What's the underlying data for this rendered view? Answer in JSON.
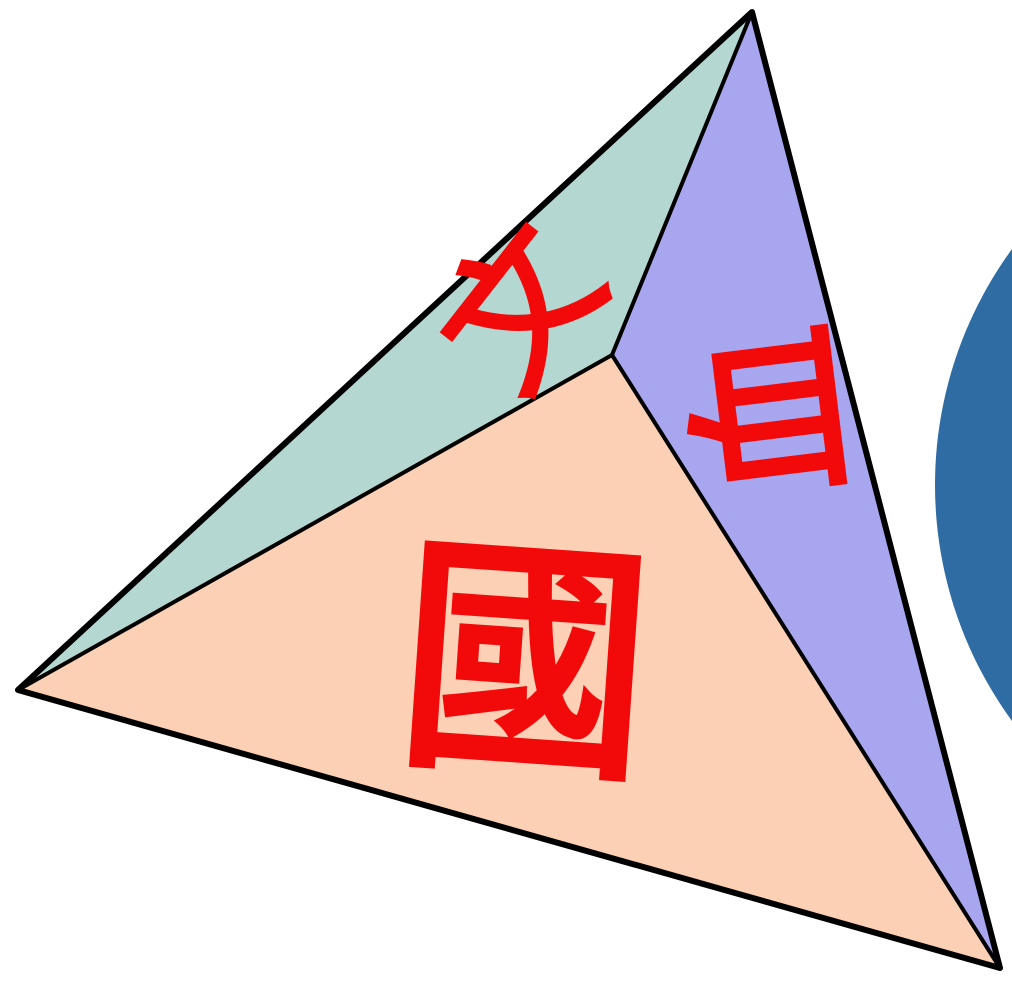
{
  "faces": {
    "left": {
      "char": "文",
      "color": "#b5d7d1"
    },
    "right": {
      "char": "血",
      "color": "#a9a6f0"
    },
    "bottom": {
      "char": "國",
      "color": "#fbd0b4"
    }
  },
  "colors": {
    "outline": "#000000",
    "char": "#f20a0a",
    "circle": "#2f6ca3",
    "background": "#ffffff"
  }
}
